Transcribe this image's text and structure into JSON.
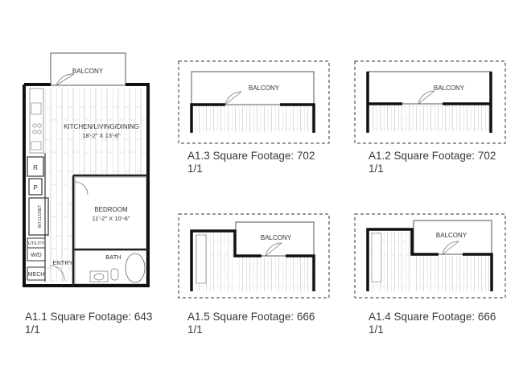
{
  "main_plan": {
    "labels": {
      "balcony": "BALCONY",
      "kitchen": "KITCHEN/LIVING/DINING",
      "kitchen_dim": "18'-2\" X 13'-6\"",
      "bedroom": "BEDROOM",
      "bedroom_dim": "11'-2\" X 10'-6\"",
      "refrigerator": "R",
      "pantry": "P",
      "closet": "W/I CLOSET",
      "utility": "UTILITY",
      "washer_dryer": "W/D",
      "mech": "MECH",
      "entry": "ENTRY",
      "bath": "BATH"
    },
    "caption_title": "A1.1 Square Footage: 643",
    "caption_sub": "1/1"
  },
  "variants": [
    {
      "id": "a13",
      "balcony": "BALCONY",
      "caption_title": "A1.3 Square Footage: 702",
      "caption_sub": "1/1"
    },
    {
      "id": "a12",
      "balcony": "BALCONY",
      "caption_title": "A1.2 Square Footage: 702",
      "caption_sub": "1/1"
    },
    {
      "id": "a15",
      "balcony": "BALCONY",
      "caption_title": "A1.5 Square Footage: 666",
      "caption_sub": "1/1"
    },
    {
      "id": "a14",
      "balcony": "BALCONY",
      "caption_title": "A1.4 Square Footage: 666",
      "caption_sub": "1/1"
    }
  ]
}
